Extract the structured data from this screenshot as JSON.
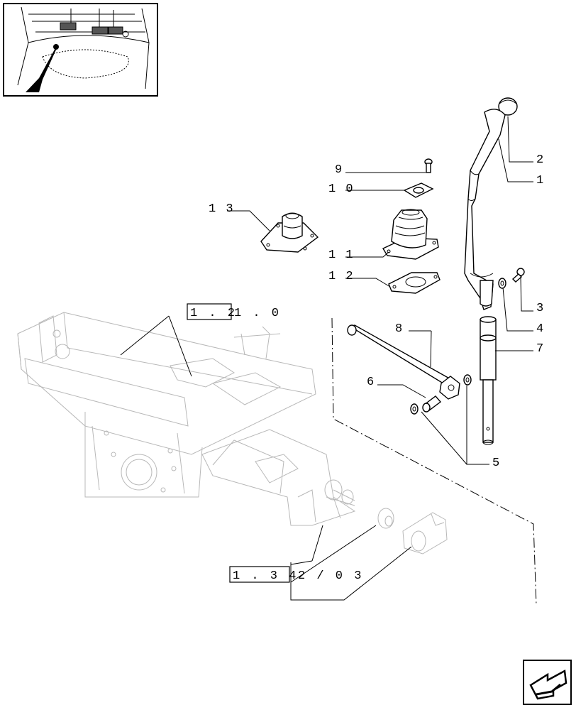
{
  "callouts": [
    {
      "id": "1",
      "text": "1"
    },
    {
      "id": "2",
      "text": "2"
    },
    {
      "id": "3",
      "text": "3"
    },
    {
      "id": "4",
      "text": "4"
    },
    {
      "id": "5",
      "text": "5"
    },
    {
      "id": "6",
      "text": "6"
    },
    {
      "id": "7",
      "text": "7"
    },
    {
      "id": "8",
      "text": "8"
    },
    {
      "id": "9",
      "text": "9"
    },
    {
      "id": "10",
      "text": "1 0"
    },
    {
      "id": "11",
      "text": "1 1"
    },
    {
      "id": "12",
      "text": "1 2"
    },
    {
      "id": "13",
      "text": "1 3"
    }
  ],
  "references": {
    "ref_a_boxed": "1 . 2",
    "ref_a_rest": "1 . 0",
    "ref_b_boxed": "1 . 3 4",
    "ref_b_rest": "2 / 0 3"
  },
  "icons": {
    "thumbnail": "tractor-cab-location-icon",
    "nav": "next-page-arrow-icon"
  },
  "colors": {
    "ink": "#000000",
    "ghost": "#b8b8b8"
  }
}
